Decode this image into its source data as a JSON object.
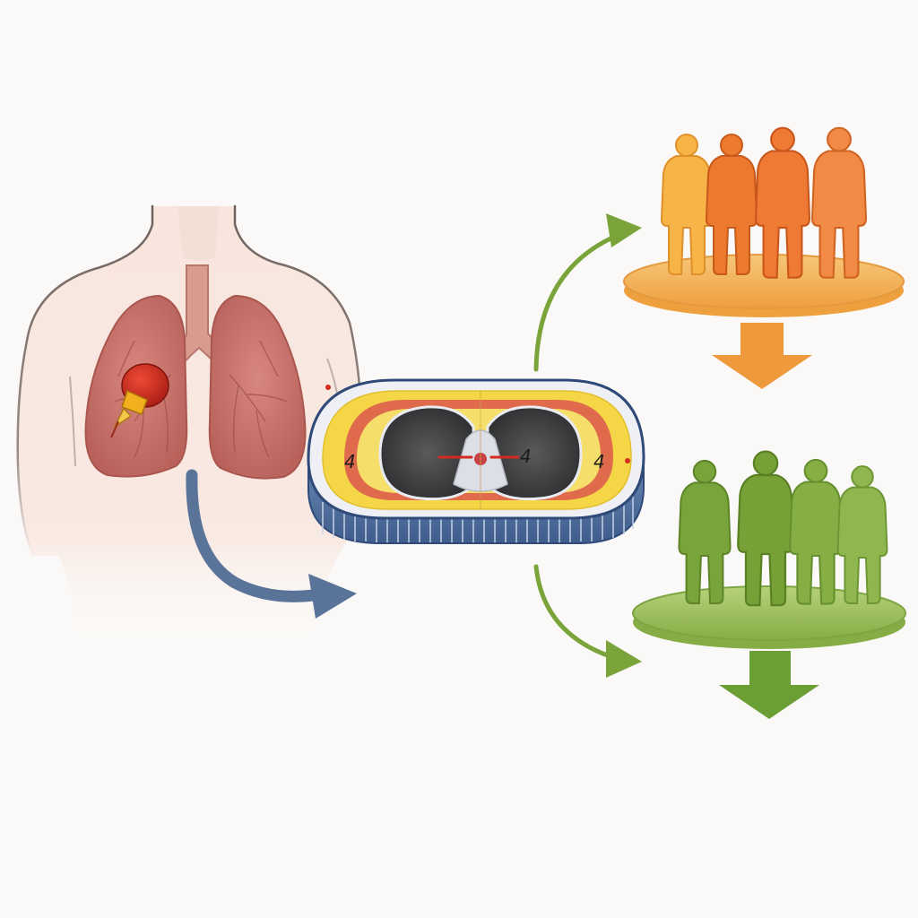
{
  "labels": {
    "slice_left": "4",
    "slice_center": "4",
    "slice_right": "4"
  },
  "colors": {
    "background": "#fbf9f7",
    "skin": "#f7e4dc",
    "skin_outline": "#7b6a66",
    "lung": "#c9726a",
    "tumor": "#c92d1e",
    "marker": "#f2b01e",
    "arrow_blue": "#5a7499",
    "arrow_green": "#7aa33a",
    "slice_rim": "#4d6d9c",
    "slice_fat": "#f4d646",
    "slice_muscle": "#de5f4c",
    "slice_lung": "#3f3f41",
    "group_orange_1": "#f7b548",
    "group_orange_2": "#eb7a2e",
    "group_orange_3": "#ee7a33",
    "group_orange_4": "#f28a46",
    "platform_orange": "#f4b55a",
    "arrow_orange": "#ee9a3c",
    "group_green": "#79a33b",
    "platform_green": "#9dc05a",
    "arrow_green_down": "#6c9e36"
  },
  "icons": [
    "torso-with-lungs",
    "tumor-marker",
    "ct-slice",
    "person-icon",
    "down-arrow-icon",
    "curved-arrow-icon"
  ]
}
